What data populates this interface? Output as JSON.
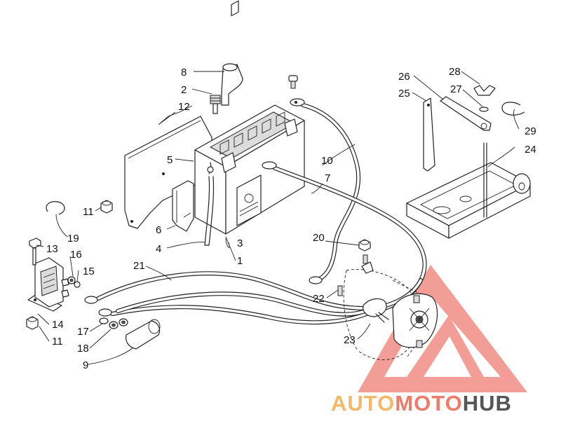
{
  "diagram": {
    "callouts": {
      "c1": "1",
      "c2": "2",
      "c3": "3",
      "c4": "4",
      "c5": "5",
      "c6": "6",
      "c7": "7",
      "c8": "8",
      "c9": "9",
      "c10": "10",
      "c11a": "11",
      "c11b": "11",
      "c12": "12",
      "c13": "13",
      "c14": "14",
      "c15": "15",
      "c16": "16",
      "c17": "17",
      "c18": "18",
      "c19": "19",
      "c20": "20",
      "c21": "21",
      "c22": "22",
      "c23": "23",
      "c24": "24",
      "c25": "25",
      "c26": "26",
      "c27": "27",
      "c28": "28",
      "c29": "29"
    }
  },
  "watermark": {
    "part1": "AUTO",
    "part2": "MOTO",
    "part3": "HUB",
    "color_auto": "#f2b968",
    "color_moto": "#ef7b6b",
    "color_hub": "#555555",
    "triangle_color": "#f08c84"
  }
}
